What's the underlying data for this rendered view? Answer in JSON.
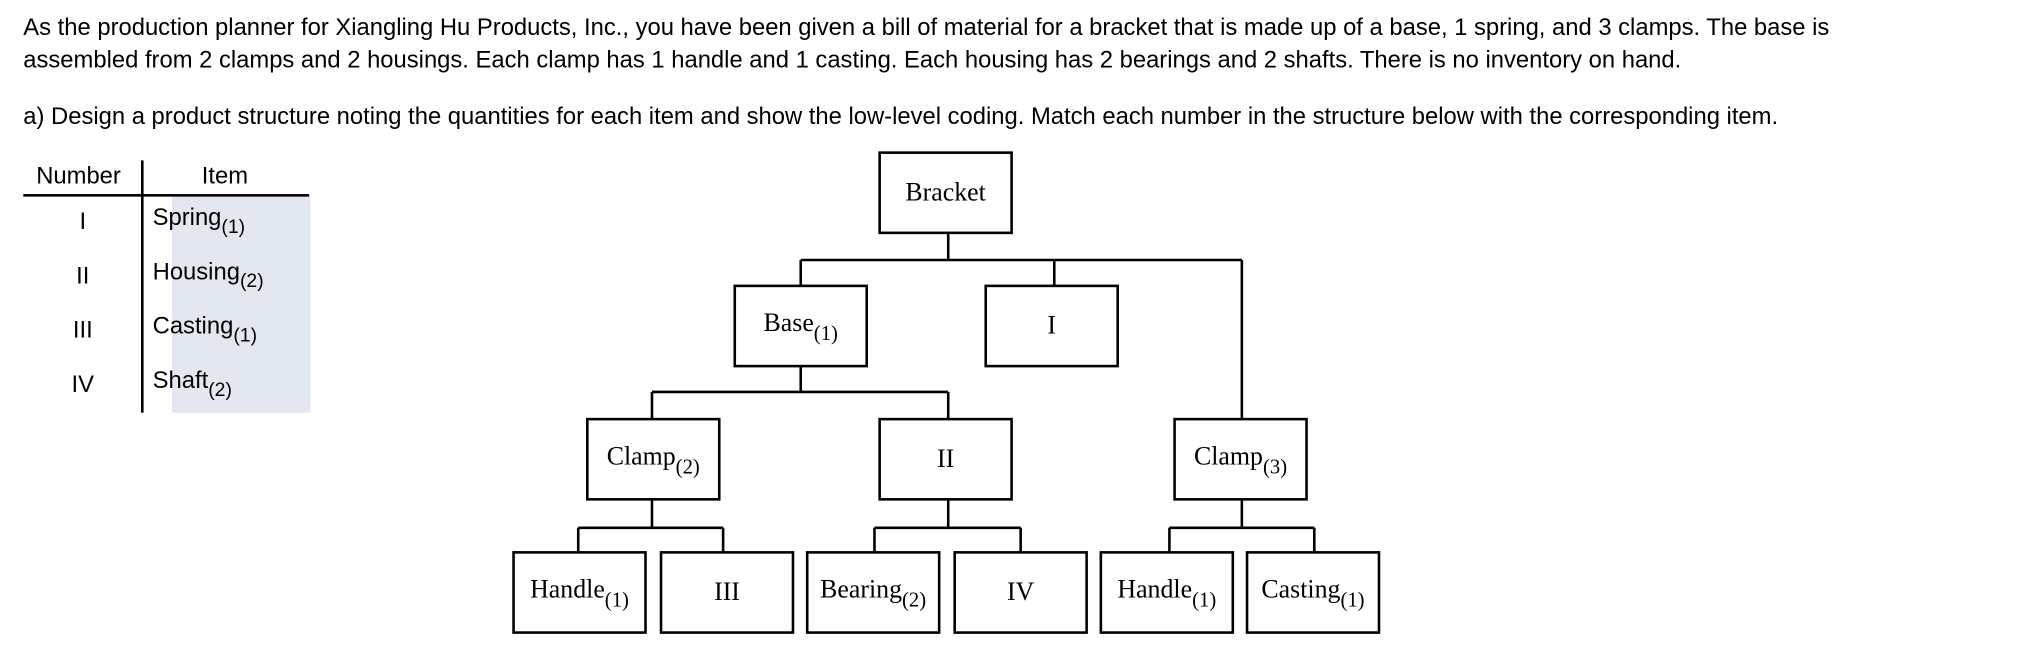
{
  "problem": {
    "line1": "As the production planner for Xiangling Hu Products, Inc., you have been given a bill of material for a bracket that is made up of a base, 1 spring, and 3 clamps. The base is",
    "line2": "assembled from 2 clamps and 2 housings. Each clamp has 1 handle and 1 casting. Each housing has 2 bearings and 2 shafts. There is no inventory on hand.",
    "part_a": "a) Design a product structure noting the quantities for each item and show the low-level coding. Match each number in the structure below with the corresponding item."
  },
  "table": {
    "headers": {
      "number": "Number",
      "item": "Item"
    },
    "rows": [
      {
        "number": "I",
        "item": "Spring",
        "qty": "(1)"
      },
      {
        "number": "II",
        "item": "Housing",
        "qty": "(2)"
      },
      {
        "number": "III",
        "item": "Casting",
        "qty": "(1)"
      },
      {
        "number": "IV",
        "item": "Shaft",
        "qty": "(2)"
      }
    ],
    "shade_color": "#e3e7f0"
  },
  "structure": {
    "bracket": {
      "label": "Bracket",
      "qty": ""
    },
    "base": {
      "label": "Base",
      "qty": "(1)"
    },
    "n1": {
      "label": "I",
      "qty": ""
    },
    "clamp2": {
      "label": "Clamp",
      "qty": "(2)"
    },
    "n2": {
      "label": "II",
      "qty": ""
    },
    "clamp3": {
      "label": "Clamp",
      "qty": "(3)"
    },
    "handle_a": {
      "label": "Handle",
      "qty": "(1)"
    },
    "n3": {
      "label": "III",
      "qty": ""
    },
    "bearing": {
      "label": "Bearing",
      "qty": "(2)"
    },
    "n4": {
      "label": "IV",
      "qty": ""
    },
    "handle_b": {
      "label": "Handle",
      "qty": "(1)"
    },
    "casting": {
      "label": "Casting",
      "qty": "(1)"
    }
  }
}
